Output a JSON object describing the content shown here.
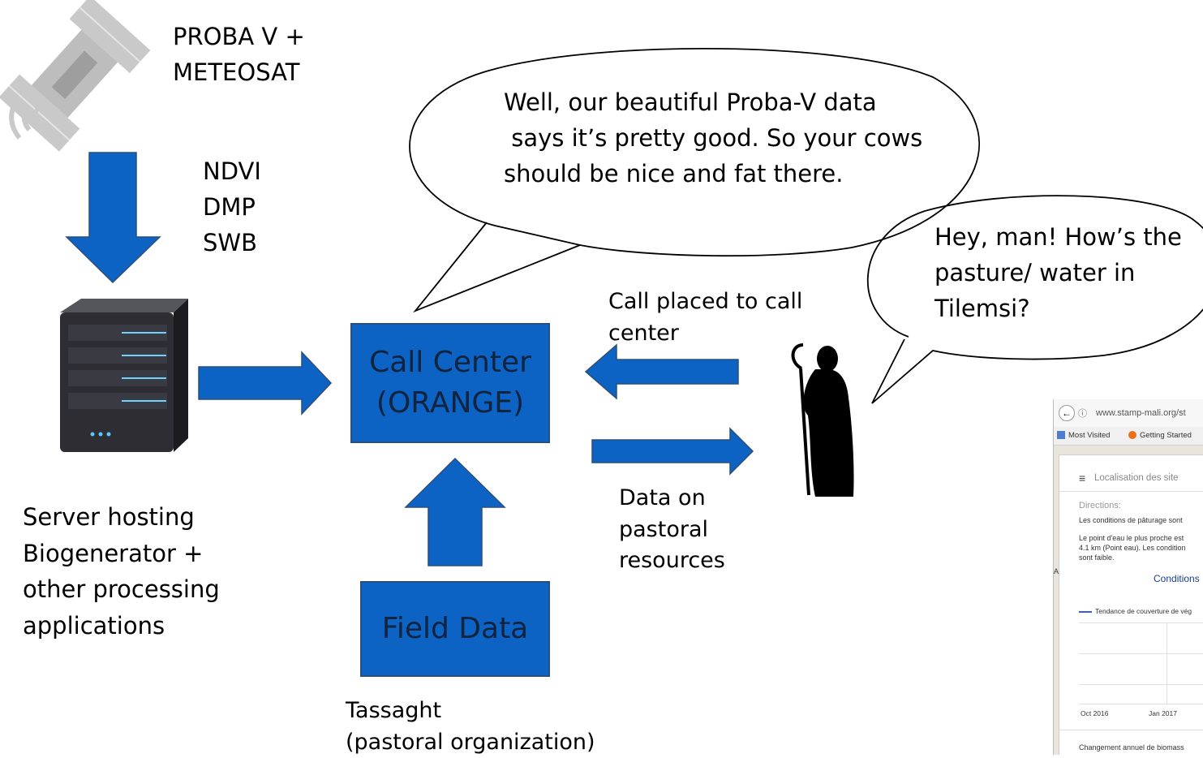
{
  "satellite": {
    "label_line1": "PROBA V +",
    "label_line2": "METEOSAT"
  },
  "products": [
    "NDVI",
    "DMP",
    "SWB"
  ],
  "server": {
    "label_lines": [
      "Server hosting",
      "Biogenerator +",
      "other processing",
      "applications"
    ]
  },
  "call_center": {
    "line1": "Call Center",
    "line2": "(ORANGE)"
  },
  "field_data": {
    "label": "Field Data"
  },
  "tassaght": {
    "line1": "Tassaght",
    "line2": "(pastoral organization)"
  },
  "arrows": {
    "call_placed": {
      "line1": "Call placed to call",
      "line2": "center"
    },
    "data_on": {
      "line1": "Data on",
      "line2": "pastoral",
      "line3": "resources"
    }
  },
  "bubbles": {
    "call_center_reply": {
      "line1": "Well, our beautiful Proba-V data",
      "line2": " says it’s pretty good. So your cows",
      "line3": "should be nice and fat there."
    },
    "herder_question": {
      "line1": "Hey, man! How’s the",
      "line2": "pasture/ water in",
      "line3": "Tilemsi?"
    }
  },
  "browser_inset": {
    "url": "www.stamp-mali.org/st",
    "bookmarks": [
      "Most Visited",
      "Getting Started"
    ],
    "menu_title": "Localisation des site",
    "directions_label": "Directions:",
    "text1": "Les conditions de pâturage sont",
    "text2_line1": "Le point d'eau le plus proche est",
    "text2_line2": "4.1 km (Point eau). Les condition",
    "text2_line3": "sont faible.",
    "conditions_heading": "Conditions",
    "legend": "Tendance de couverture de vég",
    "x_ticks": [
      "Oct 2016",
      "Jan 2017"
    ],
    "bottom_text": "Changement annuel de biomass",
    "side_letters": "A"
  },
  "colors": {
    "box_blue": "#0D63C4",
    "arrow_blue": "#0D63C4",
    "box_border": "#2c4f7a",
    "chart_line": "#3b5bdb"
  }
}
